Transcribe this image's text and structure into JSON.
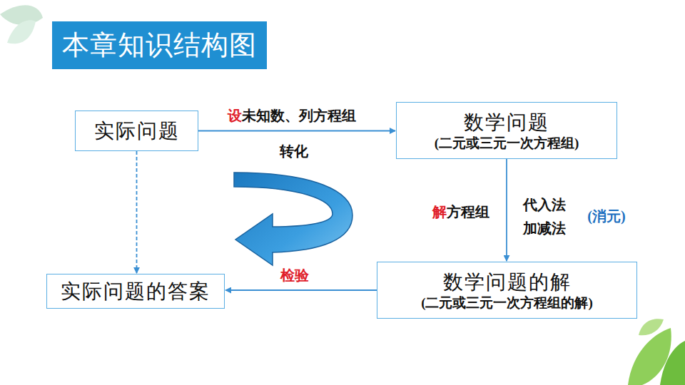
{
  "diagram": {
    "title": "本章知识结构图",
    "nodes": [
      {
        "text": [
          "实际问题"
        ]
      },
      {
        "text": [
          "数学问题",
          "(二元或三元一次方程组)"
        ]
      },
      {
        "text": [
          "数学问题的解",
          "(二元或三元一次方程组的解)"
        ]
      },
      {
        "text": [
          "实际问题的答案"
        ]
      }
    ],
    "edges": [
      {
        "from": 0,
        "to": 1,
        "arrow": "to",
        "label": "设未知数、列方程组"
      },
      {
        "from": 1,
        "to": 2,
        "arrow": "to",
        "label": "解方程组"
      },
      {
        "from": 2,
        "to": 3,
        "arrow": "to",
        "label": "检验"
      },
      {
        "from": 0,
        "to": 3,
        "arrow": "to"
      }
    ],
    "labels": [
      "转化",
      "代入法",
      "加减法",
      "(消元)"
    ]
  }
}
